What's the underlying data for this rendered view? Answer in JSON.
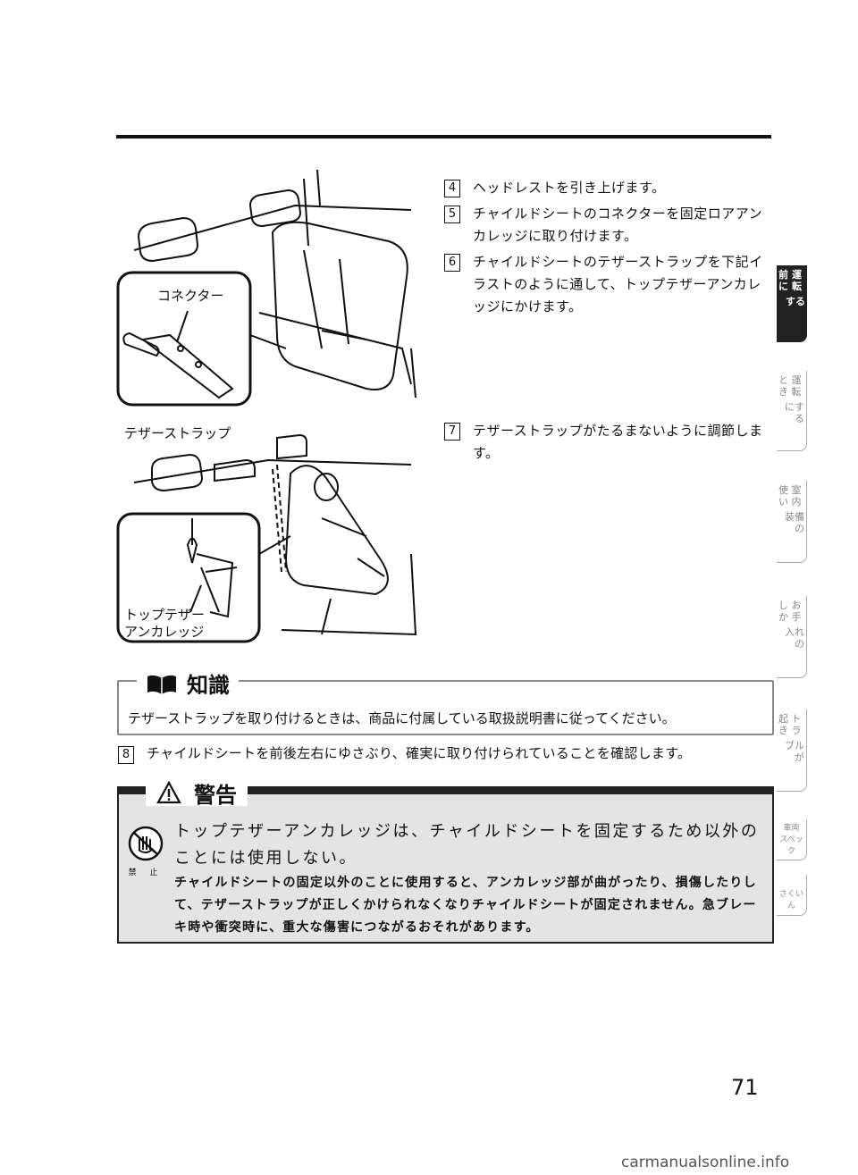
{
  "steps": [
    {
      "num": "4",
      "text": "ヘッドレストを引き上げます。"
    },
    {
      "num": "5",
      "text": "チャイルドシートのコネクターを固定ロアアンカレッジに取り付けます。"
    },
    {
      "num": "6",
      "text": "チャイルドシートのテザーストラップを下記イラストのように通して、トップテザーアンカレッジにかけます。"
    },
    {
      "num": "7",
      "text": "テザーストラップがたるまないように調節します。"
    }
  ],
  "labels": {
    "connector": "コネクター",
    "tether_strap": "テザーストラップ",
    "top_tether_1": "トップテザー",
    "top_tether_2": "アンカレッジ"
  },
  "knowledge": {
    "title": "知識",
    "text": "テザーストラップを取り付けるときは、商品に付属している取扱説明書に従ってください。"
  },
  "step8": {
    "num": "8",
    "text": "チャイルドシートを前後左右にゆさぶり、確実に取り付けられていることを確認します。"
  },
  "warning": {
    "title": "警告",
    "icon_caption": "禁 止",
    "main": "トップテザーアンカレッジは、チャイルドシートを固定するため以外のことには使用しない。",
    "detail": "チャイルドシートの固定以外のことに使用すると、アンカレッジ部が曲がったり、損傷したりして、テザーストラップが正しくかけられなくなりチャイルドシートが固定されません。急ブレーキ時や衝突時に、重大な傷害につながるおそれがあります。"
  },
  "tabs": [
    {
      "cols": [
        "運転",
        "前に",
        "する"
      ],
      "active": true
    },
    {
      "cols": [
        "運転",
        "とき",
        "にする"
      ],
      "active": false
    },
    {
      "cols": [
        "室内",
        "使い",
        "装備の"
      ],
      "active": false
    },
    {
      "cols": [
        "お手",
        "しか",
        "入れの"
      ],
      "active": false
    },
    {
      "cols": [
        "トラ",
        "起き",
        "ブルが"
      ],
      "active": false
    },
    {
      "cols": [
        "車両",
        "スペック"
      ],
      "active": false
    },
    {
      "cols": [
        "さくいん"
      ],
      "active": false
    }
  ],
  "page_number": "71",
  "watermark": "carmanualsonline.info"
}
